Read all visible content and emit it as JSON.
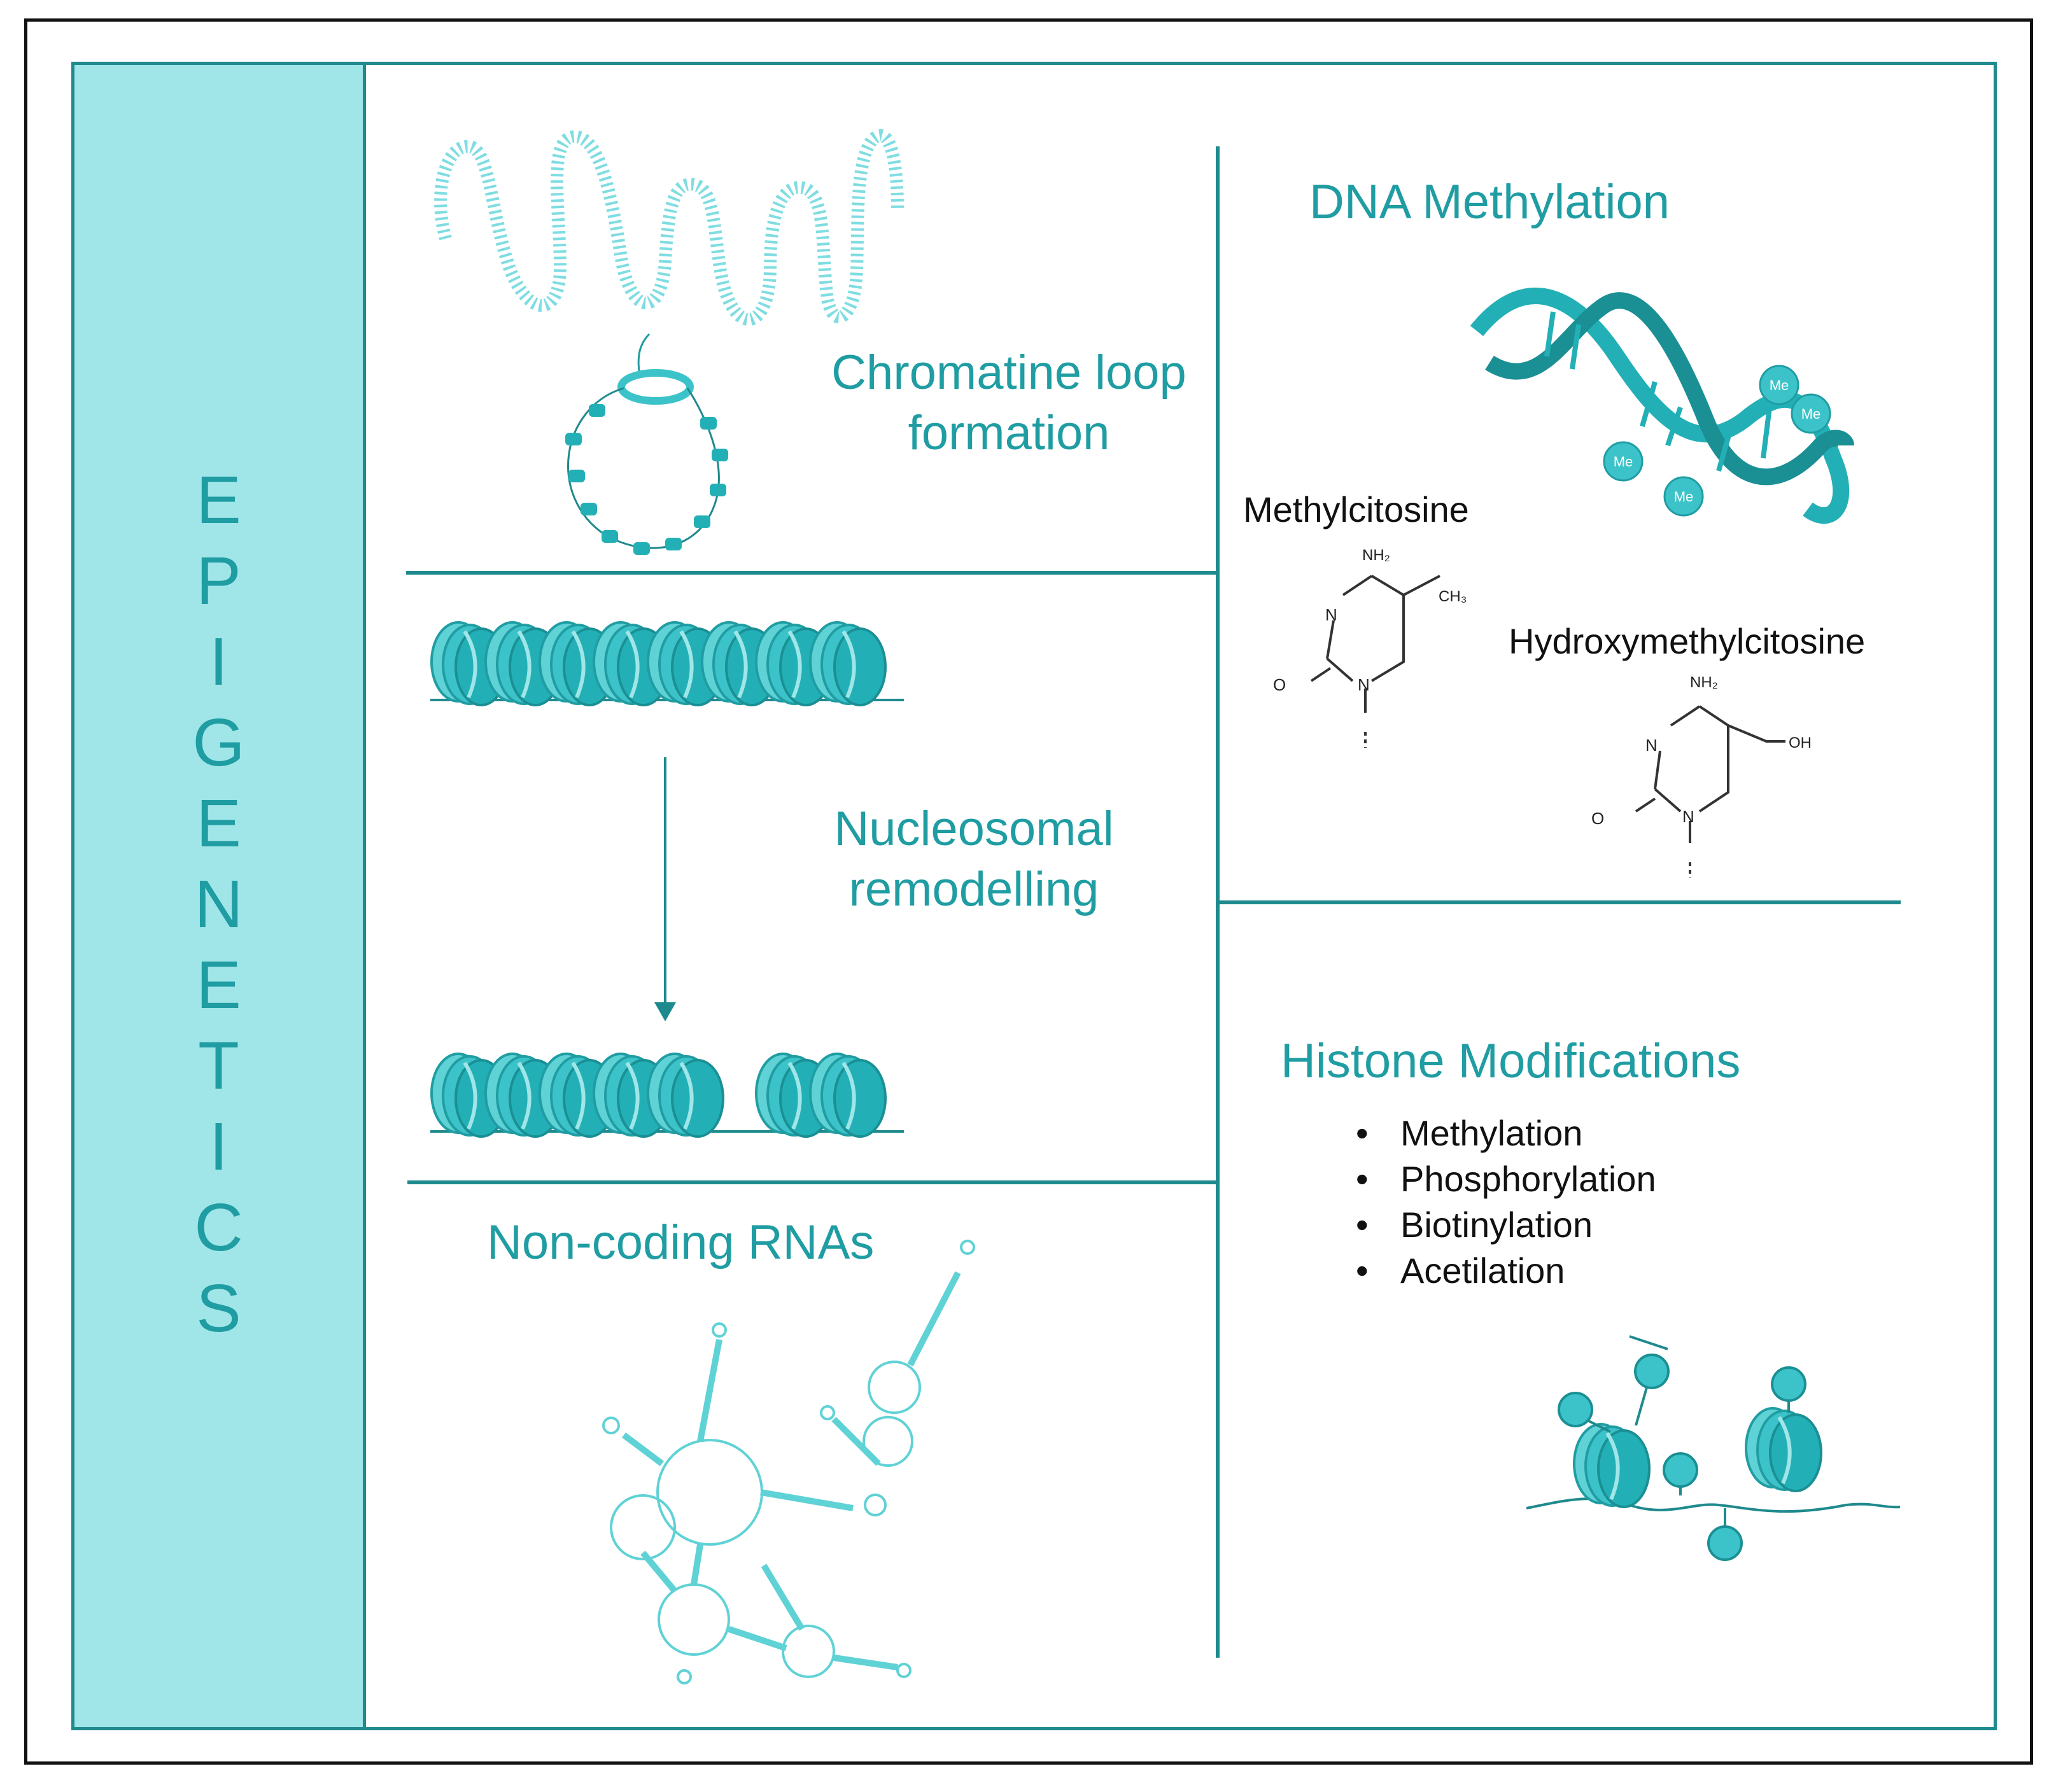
{
  "sidebar": {
    "letters": [
      "E",
      "P",
      "I",
      "G",
      "E",
      "N",
      "E",
      "T",
      "I",
      "C",
      "S"
    ]
  },
  "sections": {
    "chromatin": {
      "title_line1": "Chromatine loop",
      "title_line2": "formation"
    },
    "nucleosome": {
      "title_line1": "Nucleosomal",
      "title_line2": "remodelling"
    },
    "ncrna": {
      "title": "Non-coding RNAs"
    },
    "dna_methylation": {
      "title": "DNA Methylation",
      "methylcitosine_label": "Methylcitosine",
      "hydroxymethylcitosine_label": "Hydroxymethylcitosine",
      "methylcitosine_atoms": {
        "nh2": "NH₂",
        "ch3": "CH₃",
        "n1": "N",
        "n3": "N",
        "o": "O"
      },
      "hydroxymethylcitosine_atoms": {
        "nh2": "NH₂",
        "oh": "OH",
        "n1": "N",
        "n3": "N",
        "o": "O"
      },
      "methyl_mark_text": "Me"
    },
    "histone": {
      "title": "Histone Modifications",
      "items": [
        "Methylation",
        "Phosphorylation",
        "Biotinylation",
        "Acetilation"
      ]
    }
  },
  "colors": {
    "teal_dark": "#1f8a8d",
    "teal_text": "#1f9da3",
    "teal_fill": "#3cc3c9",
    "sidebar_fill": "#a0e6e8"
  }
}
